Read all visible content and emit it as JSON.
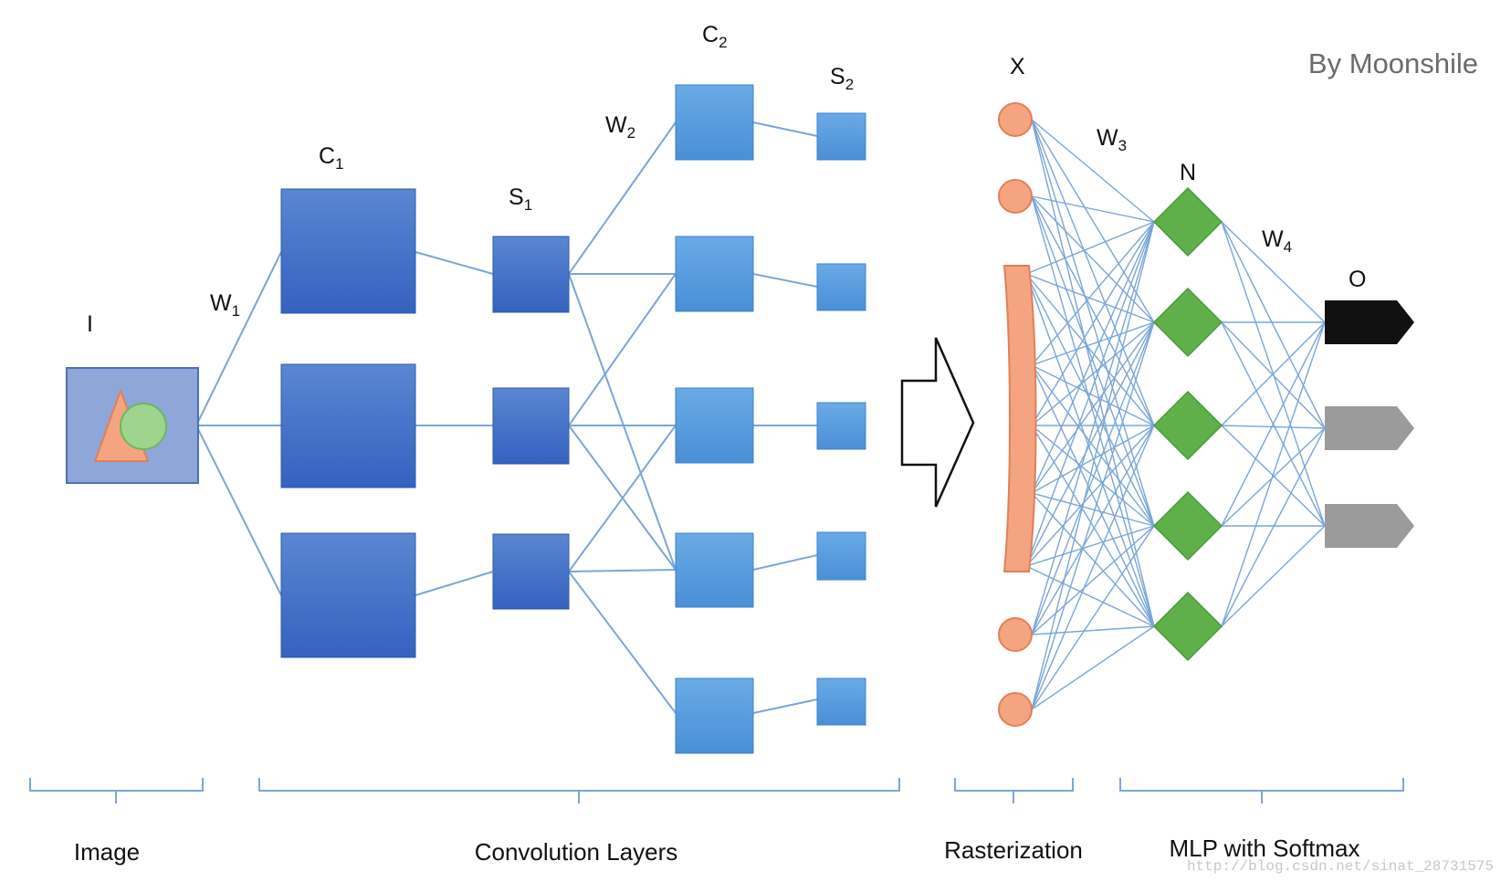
{
  "labels": {
    "I": "I",
    "W1": "W",
    "W1_sub": "1",
    "C1": "C",
    "C1_sub": "1",
    "S1": "S",
    "S1_sub": "1",
    "W2": "W",
    "W2_sub": "2",
    "C2": "C",
    "C2_sub": "2",
    "S2": "S",
    "S2_sub": "2",
    "X": "X",
    "W3": "W",
    "W3_sub": "3",
    "N": "N",
    "W4": "W",
    "W4_sub": "4",
    "O": "O"
  },
  "credit": "By Moonshile",
  "sections": {
    "image": "Image",
    "convolution": "Convolution Layers",
    "rasterization": "Rasterization",
    "mlp": "MLP with Softmax"
  },
  "watermark": "http://blog.csdn.net/sinat_28731575",
  "colors": {
    "edge": "#7aa6d8",
    "c1": "#3f6fc8",
    "c2": "#5a9ee0",
    "input_fill": "#8ea6d8",
    "triangle": "#f4a480",
    "circle": "#9fd48f",
    "x_node": "#f4a480",
    "n_node": "#5fb04a",
    "output_active": "#111111",
    "output_inactive": "#9b9b9b",
    "brace": "#7aa6d8"
  }
}
